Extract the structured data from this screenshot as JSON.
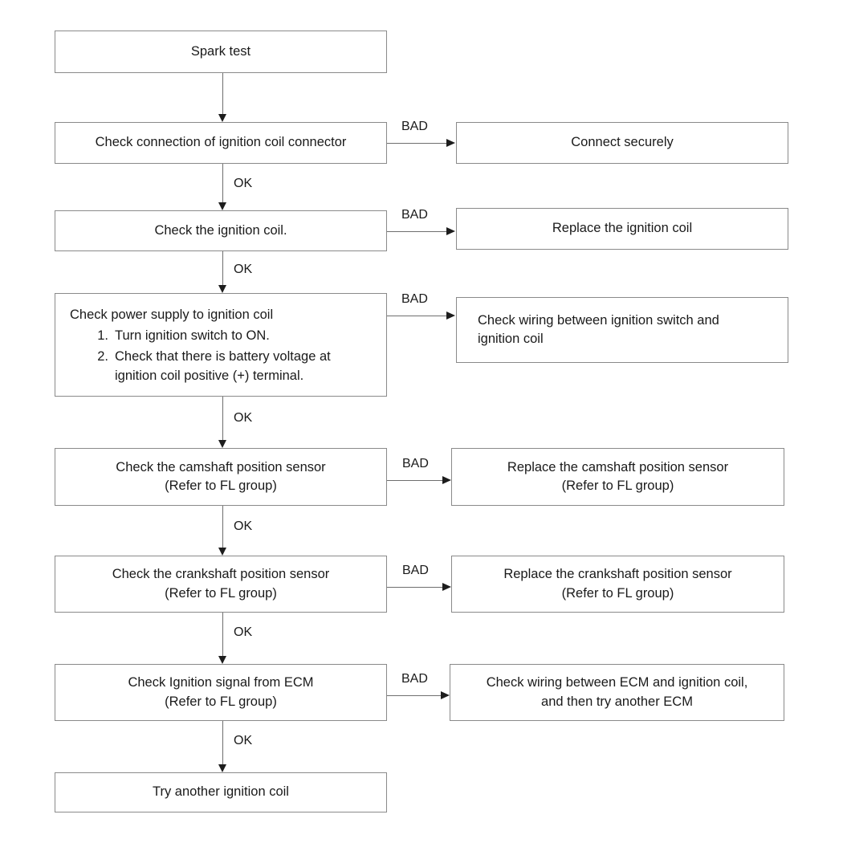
{
  "diagram": {
    "title": "Spark test troubleshooting flowchart",
    "colors": {
      "background": "#ffffff",
      "box_border": "#8a8a8a",
      "line": "#6f6f6f",
      "arrow_head": "#1d1d1d",
      "text": "#1a1a1a"
    },
    "edge_labels": {
      "ok": "OK",
      "bad": "BAD"
    },
    "nodes": {
      "spark_test": "Spark test",
      "check_connector": "Check connection of ignition coil connector",
      "connect_securely": "Connect securely",
      "check_coil": "Check the ignition coil.",
      "replace_coil": "Replace the ignition coil",
      "power_supply_heading": "Check power supply to ignition coil",
      "power_supply_steps": [
        {
          "num": "1.",
          "text": "Turn ignition switch to ON."
        },
        {
          "num": "2.",
          "text": "Check that there is battery voltage at\nignition coil positive (+) terminal."
        }
      ],
      "check_wiring_switch": "Check wiring between ignition switch and\nignition coil",
      "check_camshaft": "Check the camshaft position sensor\n(Refer to FL group)",
      "replace_camshaft": "Replace the camshaft position sensor\n(Refer to FL group)",
      "check_crankshaft": "Check the crankshaft position sensor\n(Refer to FL group)",
      "replace_crankshaft": "Replace the crankshaft position sensor\n(Refer to FL group)",
      "check_ecm_signal": "Check Ignition signal from ECM\n(Refer to FL group)",
      "check_wiring_ecm": "Check wiring between ECM and ignition coil,\nand then try another ECM",
      "try_another_coil": "Try another ignition coil"
    },
    "ok_labels": {
      "after_connector": "OK",
      "after_coil": "OK",
      "after_power": "OK",
      "after_camshaft": "OK",
      "after_crankshaft": "OK",
      "after_ecm": "OK"
    },
    "bad_labels": {
      "connector": "BAD",
      "coil": "BAD",
      "power": "BAD",
      "camshaft": "BAD",
      "crankshaft": "BAD",
      "ecm": "BAD"
    }
  }
}
